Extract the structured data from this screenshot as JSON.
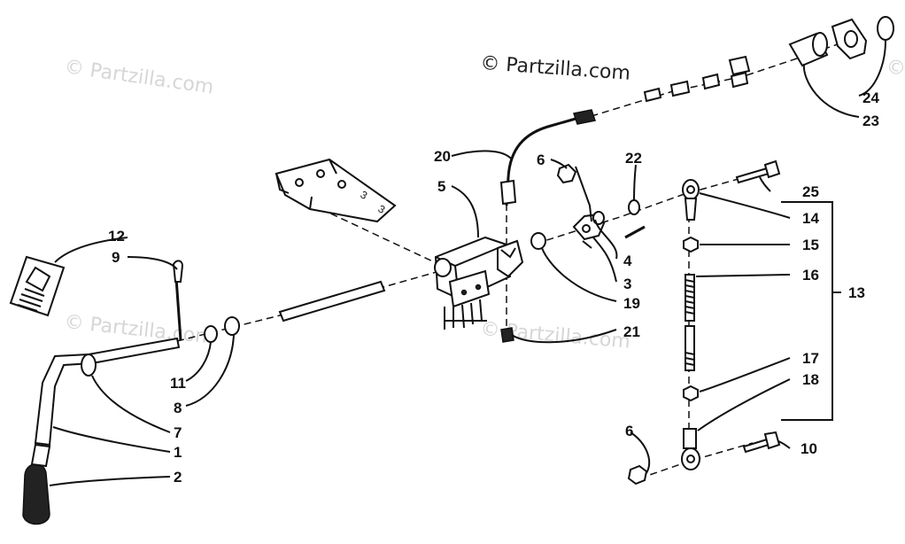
{
  "watermarks": {
    "main": "© Partzilla.com",
    "faint_1": "© Partzilla.com",
    "faint_2": "© Partzilla.com",
    "faint_3": "© Partzilla.com",
    "faint_4": "© Partzilla.com"
  },
  "bracket_markings": {
    "a": "3",
    "b": "3"
  },
  "callouts": {
    "c1": "1",
    "c2": "2",
    "c3": "3",
    "c4": "4",
    "c5": "5",
    "c6a": "6",
    "c6b": "6",
    "c7": "7",
    "c8": "8",
    "c9": "9",
    "c10": "10",
    "c11": "11",
    "c12": "12",
    "c13": "13",
    "c14": "14",
    "c15": "15",
    "c16": "16",
    "c17": "17",
    "c18": "18",
    "c19": "19",
    "c20": "20",
    "c21": "21",
    "c22": "22",
    "c23": "23",
    "c24": "24",
    "c25": "25"
  }
}
